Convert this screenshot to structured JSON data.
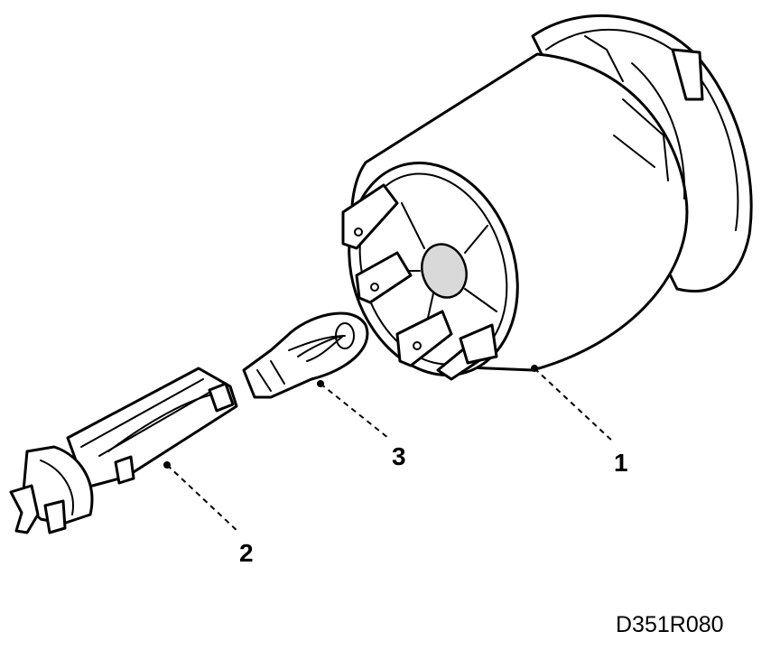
{
  "figure": {
    "reference_code": "D351R080"
  },
  "callouts": [
    {
      "id": "1",
      "label": "1"
    },
    {
      "id": "2",
      "label": "2"
    },
    {
      "id": "3",
      "label": "3"
    }
  ],
  "colors": {
    "line": "#000000",
    "background": "#ffffff",
    "shade": "#d9d9d9"
  }
}
